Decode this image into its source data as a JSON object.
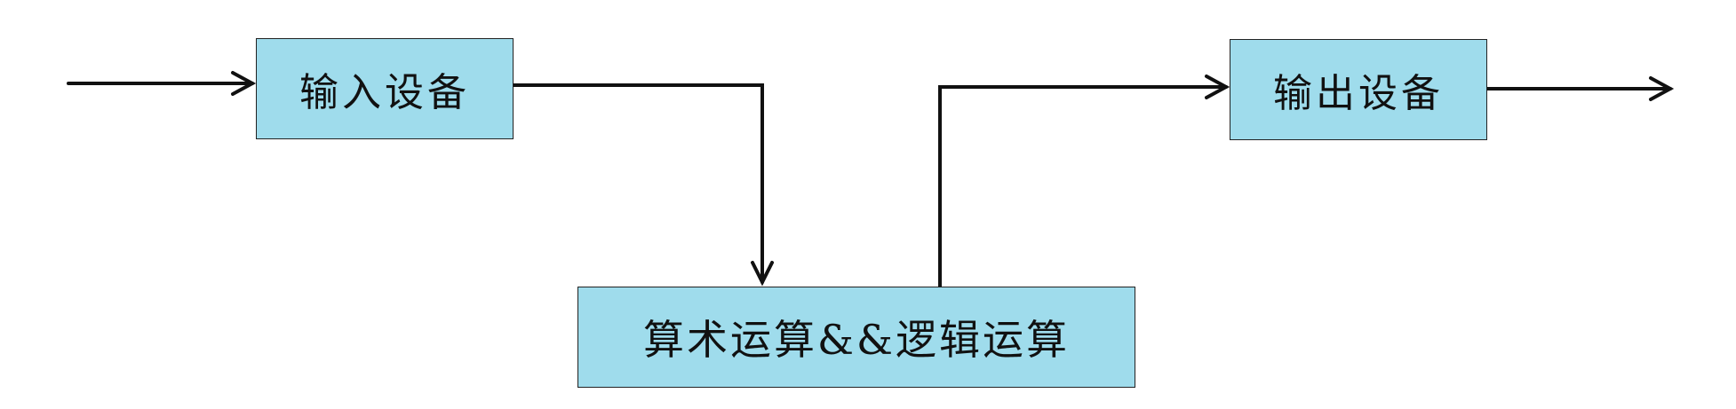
{
  "diagram": {
    "nodes": {
      "input": {
        "label": "输入设备"
      },
      "alu": {
        "label": "算术运算&&逻辑运算"
      },
      "output": {
        "label": "输出设备"
      }
    },
    "edges": [
      {
        "from": "external",
        "to": "input"
      },
      {
        "from": "input",
        "to": "alu"
      },
      {
        "from": "alu",
        "to": "output"
      },
      {
        "from": "output",
        "to": "external"
      }
    ],
    "colors": {
      "box_fill": "#9fdcec",
      "box_border": "#222222",
      "line": "#111111",
      "background": "#ffffff"
    }
  }
}
